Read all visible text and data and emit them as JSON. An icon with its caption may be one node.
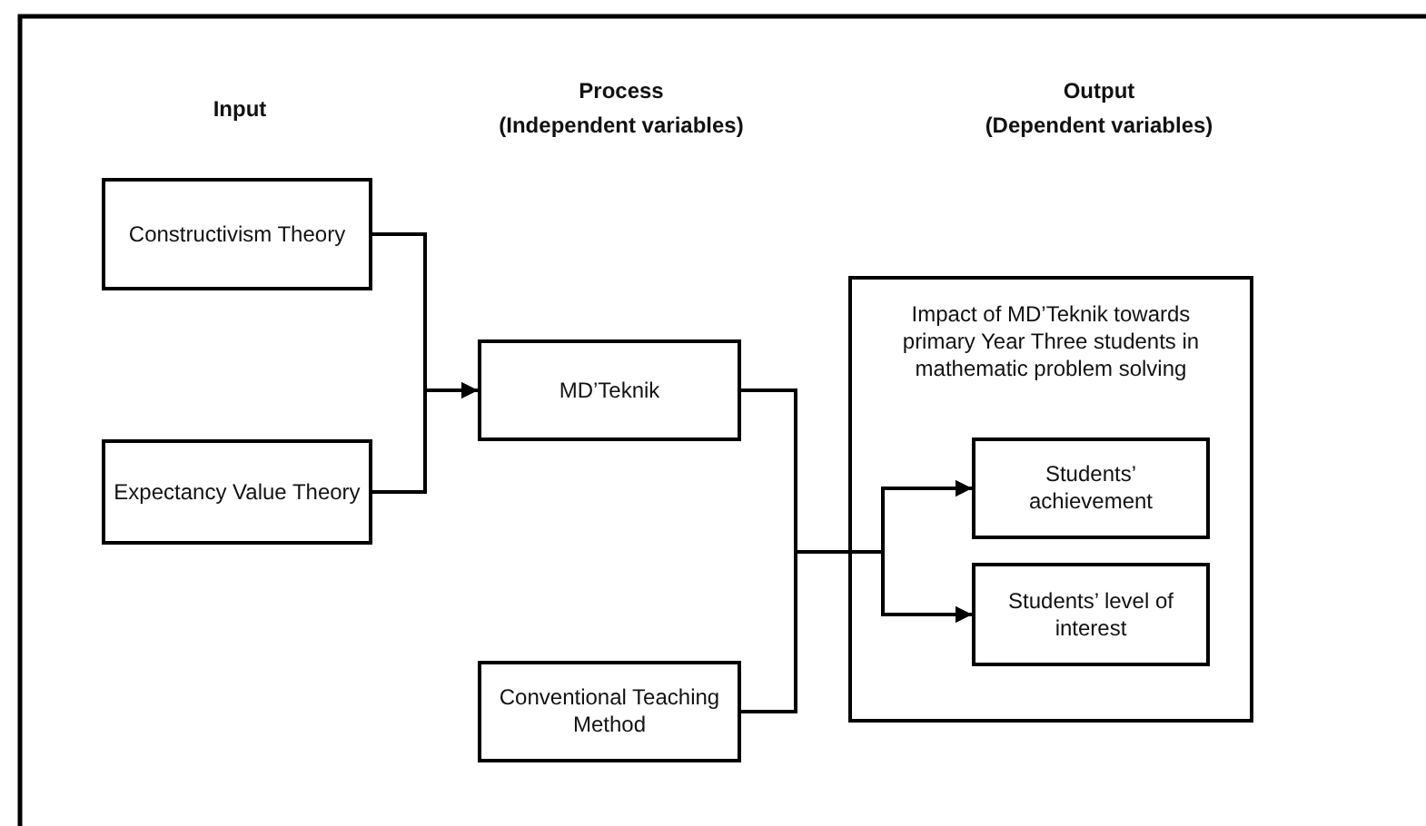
{
  "diagram": {
    "nodes": [
      {
        "text": [
          "Constructivism Theory"
        ]
      },
      {
        "text": [
          "Expectancy Value Theory"
        ]
      },
      {
        "text": [
          "MD’Teknik"
        ]
      },
      {
        "text": [
          "Conventional Teaching Method"
        ]
      },
      {
        "text": [
          "Impact of MD’Teknik towards primary Year Three students in mathematic problem solving"
        ]
      },
      {
        "text": [
          "Students’ achievement"
        ],
        "in": 4
      },
      {
        "text": [
          "Students’ level of interest"
        ],
        "in": 4
      }
    ],
    "edges": [
      {
        "from": 0,
        "to": 2,
        "arrow": "to"
      },
      {
        "from": 1,
        "to": 2,
        "arrow": "to"
      },
      {
        "from": 2,
        "to": 5,
        "arrow": "to"
      },
      {
        "from": 2,
        "to": 6,
        "arrow": "to"
      },
      {
        "from": 3,
        "to": 5,
        "arrow": "to"
      },
      {
        "from": 3,
        "to": 6,
        "arrow": "to"
      }
    ],
    "labels": [
      "Input",
      "Process",
      "(Independent variables)",
      "Output",
      "(Dependent variables)"
    ]
  }
}
